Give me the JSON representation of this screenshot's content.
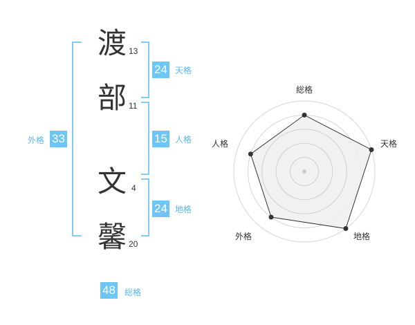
{
  "name_chars": [
    {
      "char": "渡",
      "strokes": "13"
    },
    {
      "char": "部",
      "strokes": "11"
    },
    {
      "char": "文",
      "strokes": "4"
    },
    {
      "char": "馨",
      "strokes": "20"
    }
  ],
  "kakusu": {
    "tenkaku": {
      "value": "24",
      "label": "天格"
    },
    "jinkaku": {
      "value": "15",
      "label": "人格"
    },
    "chikaku": {
      "value": "24",
      "label": "地格"
    },
    "gaikaku": {
      "value": "33",
      "label": "外格"
    },
    "soukaku": {
      "value": "48",
      "label": "総格"
    }
  },
  "colors": {
    "accent": "#6ec6f5",
    "bracket": "#7fcbf3",
    "radar_fill": "#eeeeee",
    "radar_line": "#333333"
  },
  "chart_data": {
    "type": "radar",
    "axes": [
      "総格",
      "天格",
      "地格",
      "外格",
      "人格"
    ],
    "range": [
      0,
      5
    ],
    "rings": 5,
    "values": [
      4,
      5,
      5,
      4,
      4
    ]
  }
}
